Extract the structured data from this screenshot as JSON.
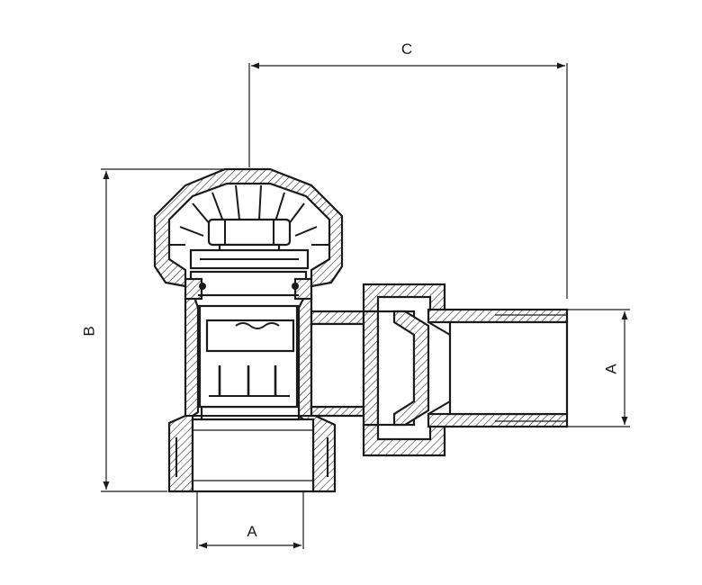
{
  "dimensions": {
    "a_bottom": "A",
    "a_right": "A",
    "b": "B",
    "c": "C"
  }
}
